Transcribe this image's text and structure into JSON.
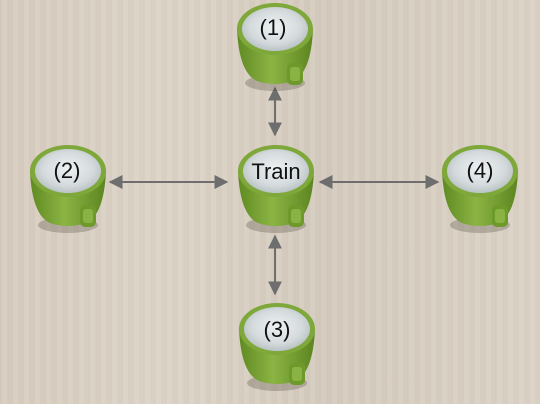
{
  "diagram": {
    "center_label": "Train",
    "cup_1_label": "(1)",
    "cup_2_label": "(2)",
    "cup_3_label": "(3)",
    "cup_4_label": "(4)",
    "colors": {
      "cup_green": "#7fa83a",
      "cup_inner": "#dfe4e6",
      "arrow": "#6e6e6e",
      "table": "#d9cfc3"
    }
  }
}
